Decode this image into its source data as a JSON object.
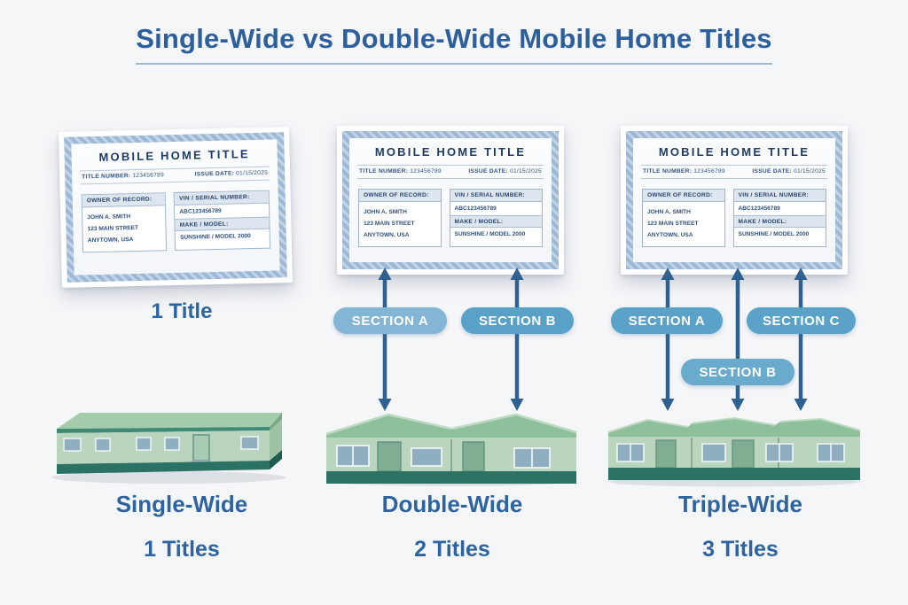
{
  "page": {
    "title": "Single-Wide vs Double-Wide Mobile Home Titles"
  },
  "title_document": {
    "heading": "MOBILE HOME TITLE",
    "title_number_label": "TITLE NUMBER:",
    "title_number": "123456789",
    "issue_date_label": "ISSUE DATE:",
    "issue_date": "01/15/2025",
    "owner_label": "OWNER OF RECORD:",
    "owner_name": "JOHN A. SMITH",
    "owner_street": "123 MAIN STREET",
    "owner_city": "ANYTOWN, USA",
    "vin_label": "VIN / SERIAL NUMBER:",
    "vin": "ABC123456789",
    "make_label": "MAKE / MODEL:",
    "make": "SUNSHINE / MODEL 2000"
  },
  "columns": [
    {
      "name": "Single-Wide",
      "doc_count_label": "1 Title",
      "count_label": "1 Titles",
      "sections": []
    },
    {
      "name": "Double-Wide",
      "count_label": "2 Titles",
      "sections": [
        "SECTION A",
        "SECTION B"
      ]
    },
    {
      "name": "Triple-Wide",
      "count_label": "3 Titles",
      "sections": [
        "SECTION A",
        "SECTION C",
        "SECTION B"
      ]
    }
  ],
  "colors": {
    "background": "#f5f6f8",
    "heading_blue": "#2d5f9c",
    "doc_border_blue": "#a9c2dc",
    "doc_text_navy": "#31517e",
    "pill_light_blue": "#83b5d4",
    "pill_dark_blue": "#59a1c7",
    "arrow_blue": "#2e6190",
    "home_wall_green": "#bad5bd",
    "home_roof_green": "#8fc09c",
    "home_skirt_teal": "#2b7164",
    "window_blue": "#8fafc0"
  }
}
